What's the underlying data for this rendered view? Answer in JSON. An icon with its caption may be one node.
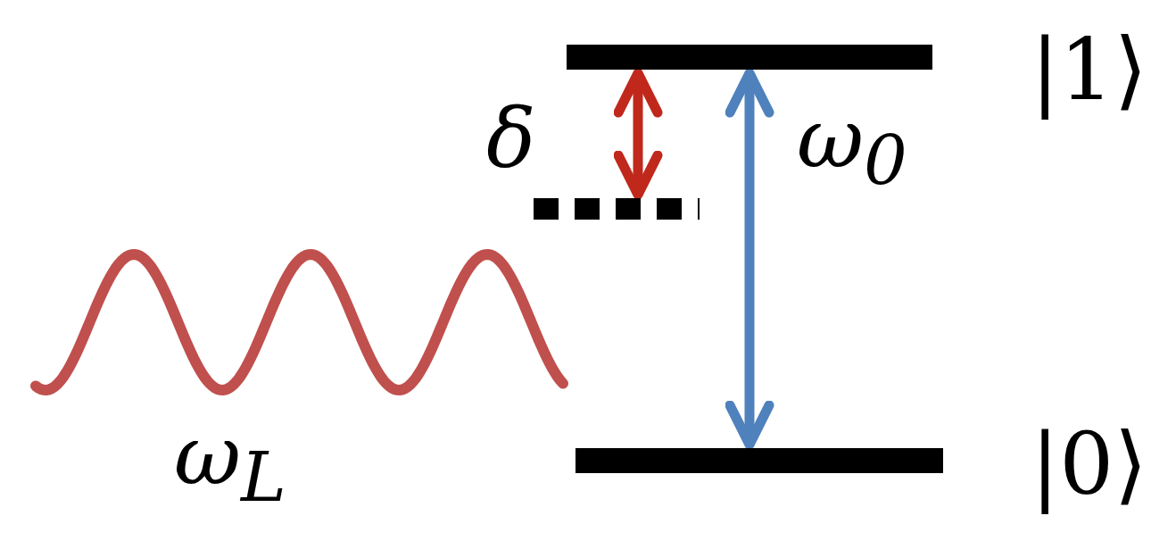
{
  "diagram": {
    "nodes": [
      {
        "text": [],
        "shape": "bar",
        "beside": [
          "|1⟩"
        ]
      },
      {
        "text": [],
        "shape": "bar"
      },
      {
        "text": [],
        "shape": "bar",
        "beside": [
          "|0⟩"
        ]
      },
      {
        "text": [],
        "shape": "picture",
        "beside": [
          "ω$_{L}$"
        ]
      }
    ],
    "edges": [
      {
        "from": 1,
        "to": 0,
        "arrow": "both",
        "label": "δ",
        "color": "#c0281c"
      },
      {
        "from": 0,
        "to": 2,
        "arrow": "both",
        "label": "ω$_{0}$",
        "color": "#4f81bd"
      }
    ]
  }
}
